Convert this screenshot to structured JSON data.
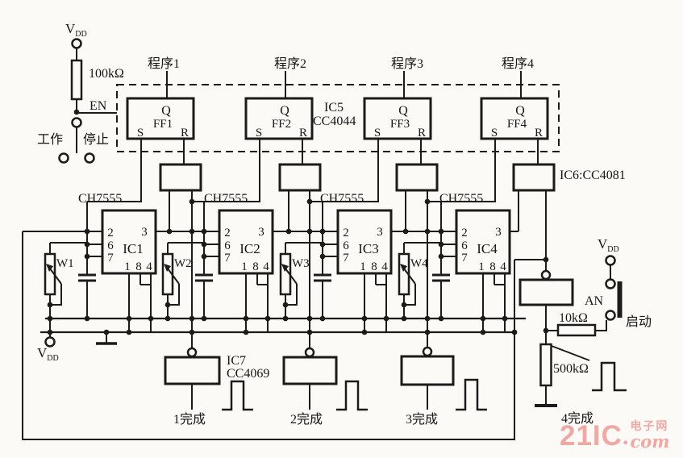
{
  "power_top": {
    "v": "V",
    "dd": "DD"
  },
  "top_left": {
    "r1": "100kΩ",
    "en": "EN",
    "work": "工作",
    "stop": "停止"
  },
  "programs": [
    "程序1",
    "程序2",
    "程序3",
    "程序4"
  ],
  "ff": [
    {
      "name": "FF1",
      "q": "Q",
      "s": "S",
      "r": "R"
    },
    {
      "name": "FF2",
      "q": "Q",
      "s": "S",
      "r": "R"
    },
    {
      "name": "FF3",
      "q": "Q",
      "s": "S",
      "r": "R"
    },
    {
      "name": "FF4",
      "q": "Q",
      "s": "S",
      "r": "R"
    }
  ],
  "ic5": {
    "l1": "IC5",
    "l2": "CC4044"
  },
  "ic6": "IC6:CC4081",
  "chips": [
    "CH7555",
    "CH7555",
    "CH7555",
    "CH7555"
  ],
  "ics": [
    {
      "name": "IC1",
      "p2": "2",
      "p6": "6",
      "p7": "7",
      "p3": "3",
      "p1": "1",
      "p8": "8",
      "p4": "4"
    },
    {
      "name": "IC2",
      "p2": "2",
      "p6": "6",
      "p7": "7",
      "p3": "3",
      "p1": "1",
      "p8": "8",
      "p4": "4"
    },
    {
      "name": "IC3",
      "p2": "2",
      "p6": "6",
      "p7": "7",
      "p3": "3",
      "p1": "1",
      "p8": "8",
      "p4": "4"
    },
    {
      "name": "IC4",
      "p2": "2",
      "p6": "6",
      "p7": "7",
      "p3": "3",
      "p1": "1",
      "p8": "8",
      "p4": "4"
    }
  ],
  "pots": [
    "W1",
    "W2",
    "W3",
    "W4"
  ],
  "ic7": {
    "l1": "IC7",
    "l2": "CC4069"
  },
  "done": [
    "1完成",
    "2完成",
    "3完成",
    "4完成"
  ],
  "bottom_vdd": {
    "v": "V",
    "dd": "DD"
  },
  "right": {
    "vdd_v": "V",
    "vdd_dd": "DD",
    "an": "AN",
    "start": "启动",
    "r10k": "10kΩ",
    "r500k": "500kΩ"
  },
  "watermark": {
    "big": "21IC",
    "dot": ".",
    "cn": "电子网",
    "com": "com"
  }
}
